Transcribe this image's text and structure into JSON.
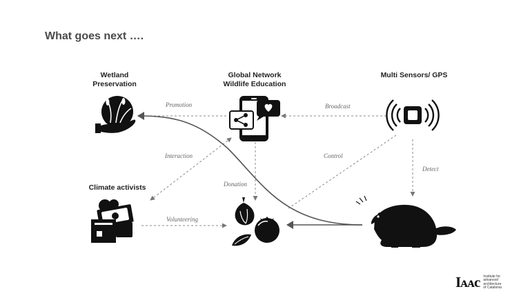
{
  "title": "What goes next ….",
  "nodes": {
    "wetland": "Wetland\nPreservation",
    "network": "Global Network\nWildlife Education",
    "sensors": "Multi Sensors/ GPS",
    "climate": "Climate activists"
  },
  "edges": {
    "promotion": "Promotion",
    "broadcast": "Broadcast",
    "interaction": "Interaction",
    "control": "Control",
    "detect": "Detect",
    "donation": "Donation",
    "volunteering": "Volunteering"
  },
  "logo": {
    "mark": "Iᴀᴀc",
    "text": "Institute for\nadvanced\narchitecture\nof Catalonia"
  },
  "icons": [
    "wetland-hand-icon",
    "phone-share-icon",
    "sensor-signal-icon",
    "donation-box-icon",
    "vegetables-icon",
    "beaver-icon"
  ]
}
